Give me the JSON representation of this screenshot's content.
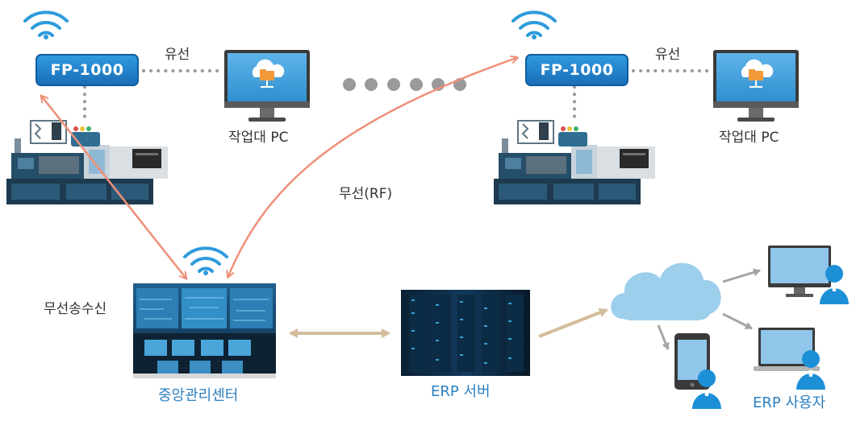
{
  "devices": {
    "left_device_label": "FP-1000",
    "right_device_label": "FP-1000"
  },
  "links": {
    "wired_left": "유선",
    "wired_right": "유선",
    "wireless": "무선(RF)"
  },
  "nodes": {
    "pc_left": "작업대 PC",
    "pc_right": "작업대 PC",
    "transceiver": "무선송수신",
    "central_center": "중앙관리센터",
    "erp_server": "ERP 서버",
    "erp_user": "ERP 사용자"
  },
  "colors": {
    "device_blue": "#1e7cc4",
    "wifi_blue": "#2e9bdc",
    "rf_arrow": "#ef8f78",
    "erp_arrow": "#d9c4a5",
    "cloud": "#9ccfec",
    "dotted": "#999999",
    "label_blue": "#2a7fc0"
  },
  "icons": [
    "wifi-icon",
    "monitor-icon",
    "cloud-folder-icon",
    "server-rack-icon",
    "cloud-icon",
    "user-icon",
    "tablet-icon",
    "laptop-icon",
    "injection-machine-icon",
    "control-room-icon"
  ]
}
